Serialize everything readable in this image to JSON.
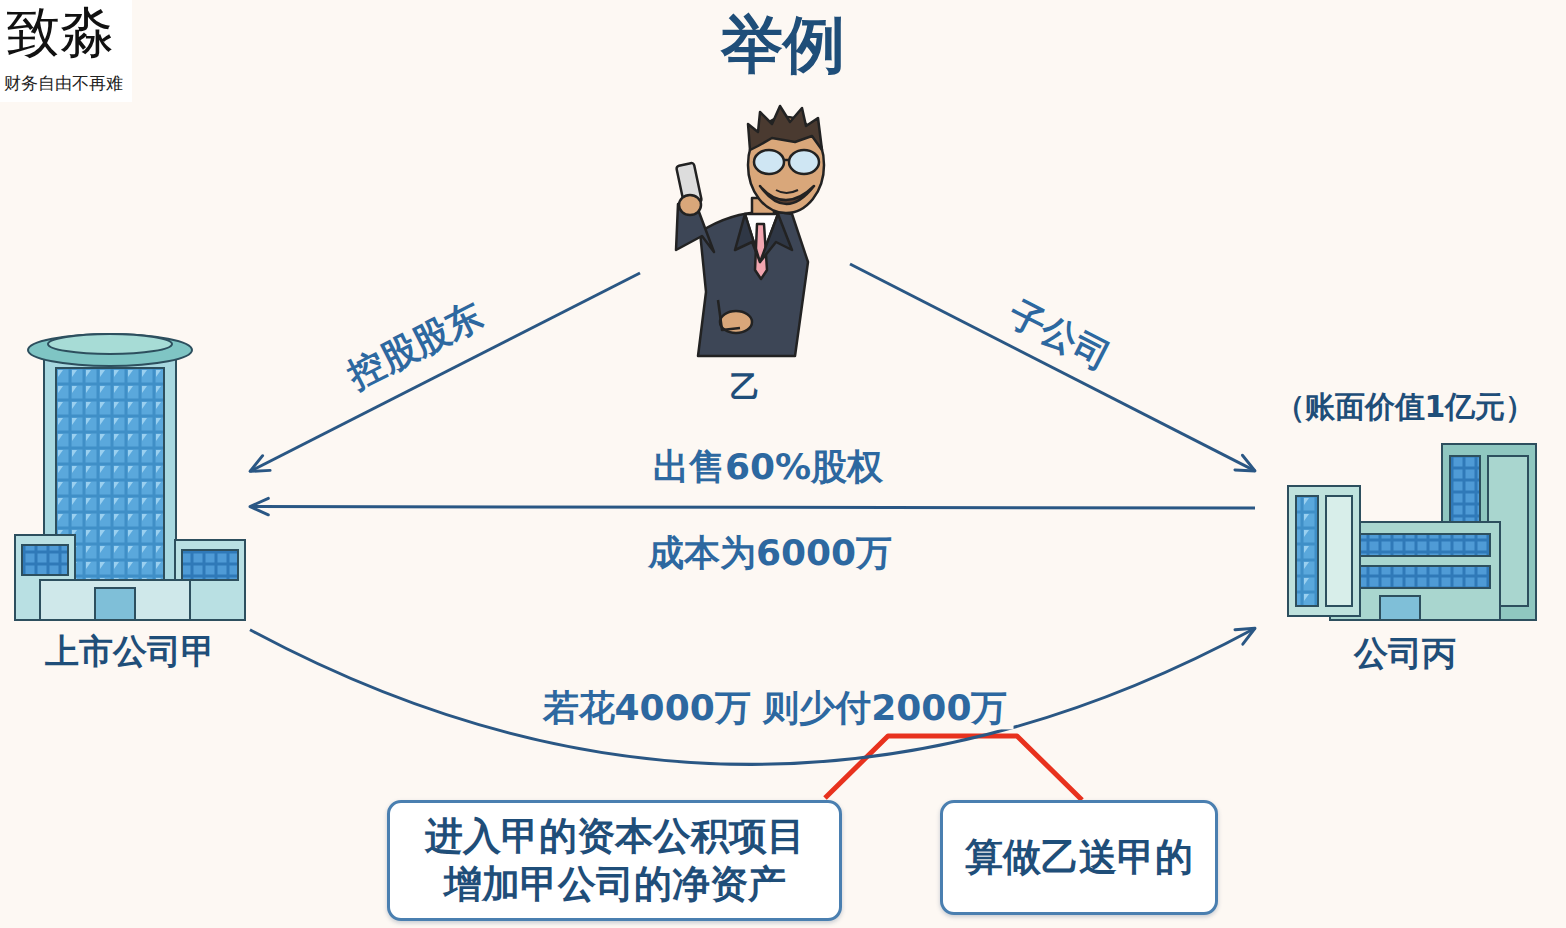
{
  "diagram": {
    "title": "举例",
    "nodes": [
      {
        "text": [
          "乙"
        ]
      },
      {
        "text": [
          "上市公司甲"
        ]
      },
      {
        "text": [
          "公司丙",
          "（账面价值1亿元）"
        ]
      },
      {
        "text": [
          "进入甲的资本公积项目 增加甲公司的净资产"
        ]
      },
      {
        "text": [
          "算做乙送甲的"
        ]
      }
    ],
    "edges": [
      {
        "from": 0,
        "to": 1,
        "arrow": "to",
        "label": "控股股东"
      },
      {
        "from": 0,
        "to": 2,
        "arrow": "to",
        "label": "子公司"
      },
      {
        "from": 2,
        "to": 1,
        "arrow": "to",
        "label": "出售60%股权"
      },
      {
        "from": 1,
        "to": 2,
        "arrow": "to",
        "label": "若花4000万 则少付2000万"
      }
    ],
    "labels": [
      "致淼",
      "财务自由不再难",
      "成本为6000万"
    ]
  }
}
